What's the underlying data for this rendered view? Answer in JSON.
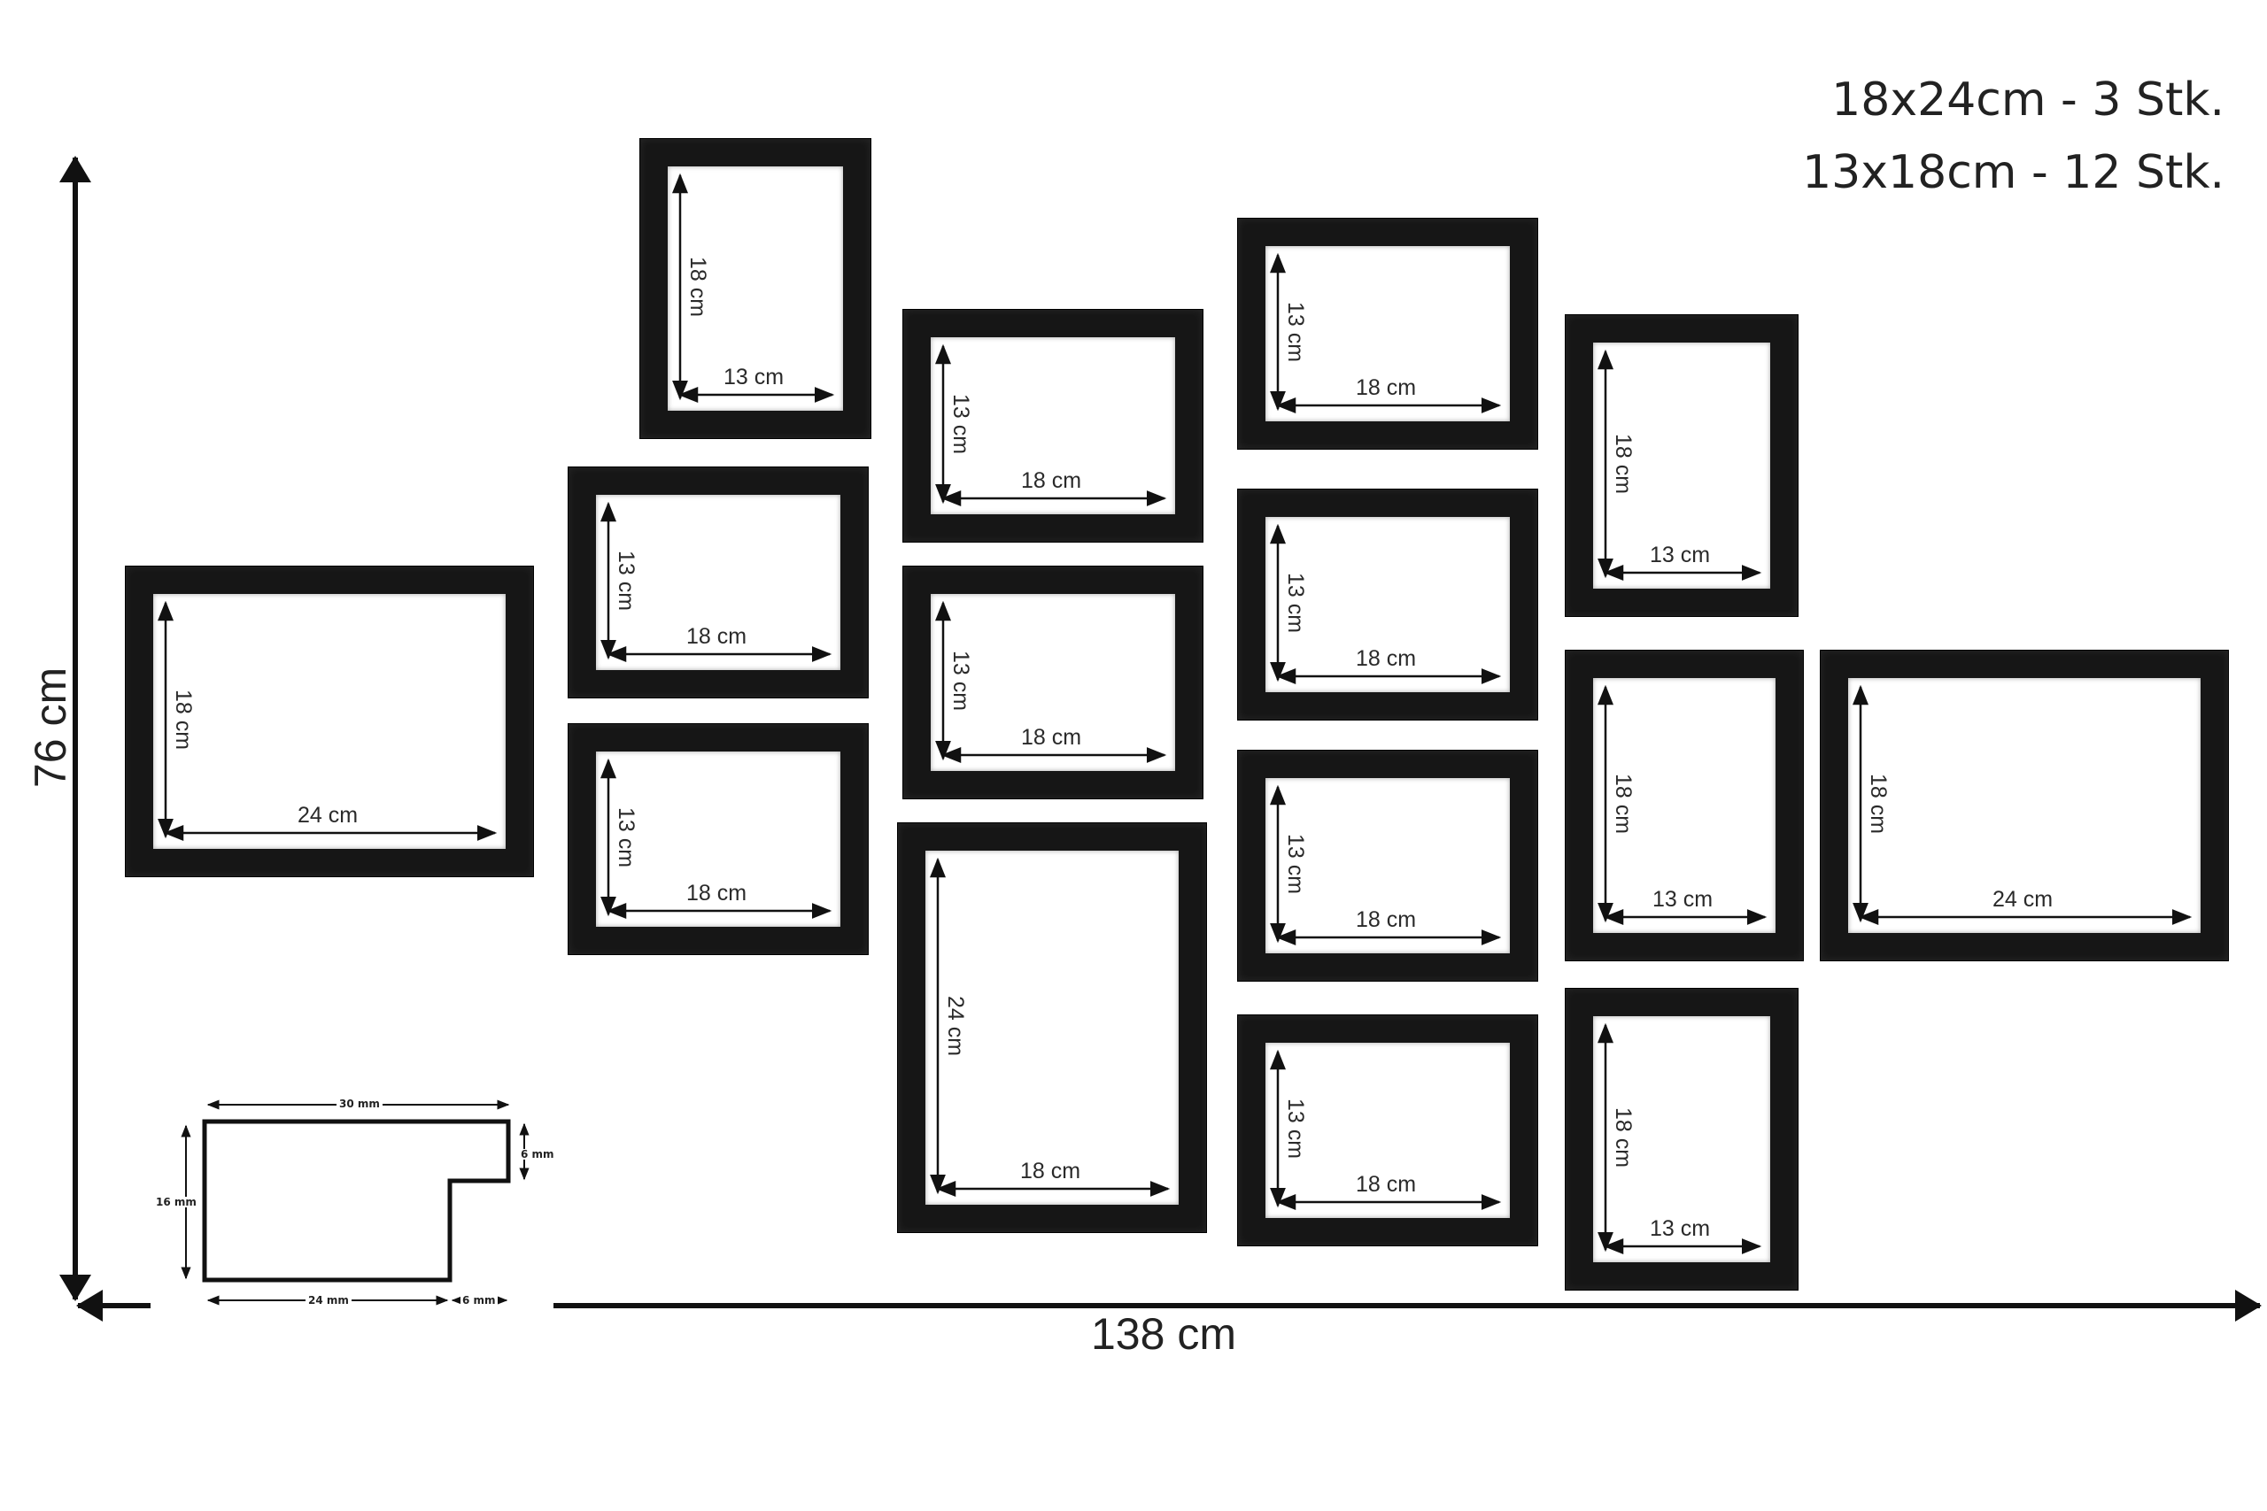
{
  "legend": {
    "line1": "18x24cm - 3 Stk.",
    "line2": "13x18cm - 12 Stk."
  },
  "overall": {
    "width_label": "138 cm",
    "height_label": "76 cm"
  },
  "profile": {
    "top": "30 mm",
    "left": "16 mm",
    "right": "6 mm",
    "bottom_left": "24 mm",
    "bottom_right": "6 mm"
  },
  "frames": [
    {
      "id": "frame-1",
      "w_label": "13 cm",
      "h_label": "18 cm"
    },
    {
      "id": "frame-2",
      "w_label": "18 cm",
      "h_label": "13 cm"
    },
    {
      "id": "frame-3",
      "w_label": "18 cm",
      "h_label": "13 cm"
    },
    {
      "id": "frame-4",
      "w_label": "24 cm",
      "h_label": "18 cm"
    },
    {
      "id": "frame-5",
      "w_label": "18 cm",
      "h_label": "13 cm"
    },
    {
      "id": "frame-6",
      "w_label": "18 cm",
      "h_label": "13 cm"
    },
    {
      "id": "frame-7",
      "w_label": "18 cm",
      "h_label": "24 cm"
    },
    {
      "id": "frame-8",
      "w_label": "18 cm",
      "h_label": "13 cm"
    },
    {
      "id": "frame-9",
      "w_label": "18 cm",
      "h_label": "13 cm"
    },
    {
      "id": "frame-10",
      "w_label": "18 cm",
      "h_label": "13 cm"
    },
    {
      "id": "frame-11",
      "w_label": "18 cm",
      "h_label": "13 cm"
    },
    {
      "id": "frame-12",
      "w_label": "13 cm",
      "h_label": "18 cm"
    },
    {
      "id": "frame-13",
      "w_label": "13 cm",
      "h_label": "18 cm"
    },
    {
      "id": "frame-14",
      "w_label": "13 cm",
      "h_label": "18 cm"
    },
    {
      "id": "frame-15",
      "w_label": "24 cm",
      "h_label": "18 cm"
    }
  ]
}
